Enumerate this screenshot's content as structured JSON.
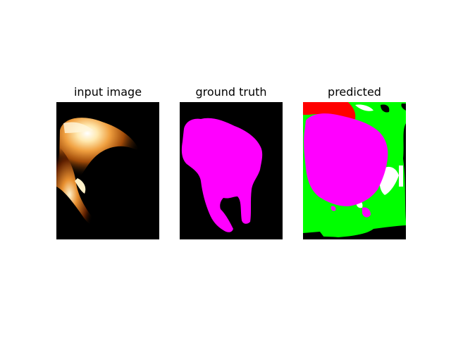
{
  "figure": {
    "background": "#ffffff",
    "panels": [
      {
        "title": "input image",
        "content": "photo of a fluffy animal (backlit, warm orange/yellow tones) on black background"
      },
      {
        "title": "ground truth",
        "content": "segmentation mask",
        "mask_color": "#ff00ff",
        "background_color": "#000000"
      },
      {
        "title": "predicted",
        "content": "predicted segmentation mask",
        "colors": {
          "object": "#ff00ff",
          "secondary": "#00ff00",
          "tertiary": "#ff0000",
          "highlight": "#ffffff",
          "background": "#000000"
        }
      }
    ]
  }
}
